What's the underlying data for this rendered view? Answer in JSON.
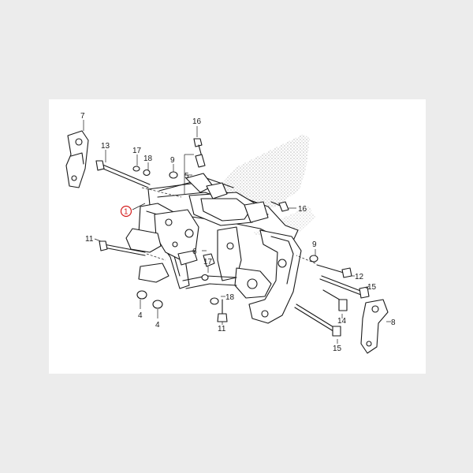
{
  "diagram": {
    "highlight_color": "#d41f1f",
    "callouts": [
      {
        "id": "c7",
        "text": "7",
        "highlighted": false
      },
      {
        "id": "c13",
        "text": "13",
        "highlighted": false
      },
      {
        "id": "c17a",
        "text": "17",
        "highlighted": false
      },
      {
        "id": "c18a",
        "text": "18",
        "highlighted": false
      },
      {
        "id": "c9a",
        "text": "9",
        "highlighted": false
      },
      {
        "id": "c16a",
        "text": "16",
        "highlighted": false
      },
      {
        "id": "c5",
        "text": "5",
        "highlighted": false
      },
      {
        "id": "c1",
        "text": "1",
        "highlighted": true
      },
      {
        "id": "c16b",
        "text": "16",
        "highlighted": false
      },
      {
        "id": "c11a",
        "text": "11",
        "highlighted": false
      },
      {
        "id": "c6",
        "text": "6",
        "highlighted": false
      },
      {
        "id": "c17b",
        "text": "17",
        "highlighted": false
      },
      {
        "id": "c9b",
        "text": "9",
        "highlighted": false
      },
      {
        "id": "c12",
        "text": "12",
        "highlighted": false
      },
      {
        "id": "c15a",
        "text": "15",
        "highlighted": false
      },
      {
        "id": "c18b",
        "text": "18",
        "highlighted": false
      },
      {
        "id": "c4a",
        "text": "4",
        "highlighted": false
      },
      {
        "id": "c4b",
        "text": "4",
        "highlighted": false
      },
      {
        "id": "c11b",
        "text": "11",
        "highlighted": false
      },
      {
        "id": "c14",
        "text": "14",
        "highlighted": false
      },
      {
        "id": "c8",
        "text": "8",
        "highlighted": false
      },
      {
        "id": "c15b",
        "text": "15",
        "highlighted": false
      }
    ]
  }
}
